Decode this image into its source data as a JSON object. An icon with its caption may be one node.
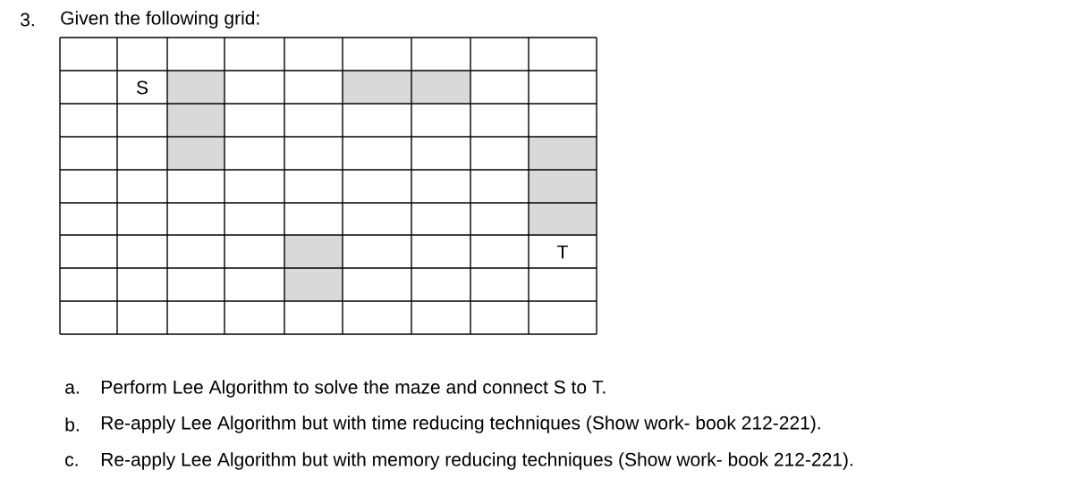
{
  "diagram": {
    "title": "Given the following grid:",
    "labels": [
      "3.",
      "S",
      "T",
      "a.",
      "Perform Lee Algorithm to solve the maze and connect S to T.",
      "b.",
      "Re-apply Lee Algorithm but with time reducing techniques (Show work- book 212-221).",
      "c.",
      "Re-apply Lee Algorithm but with memory reducing techniques (Show work- book 212-221)."
    ]
  }
}
